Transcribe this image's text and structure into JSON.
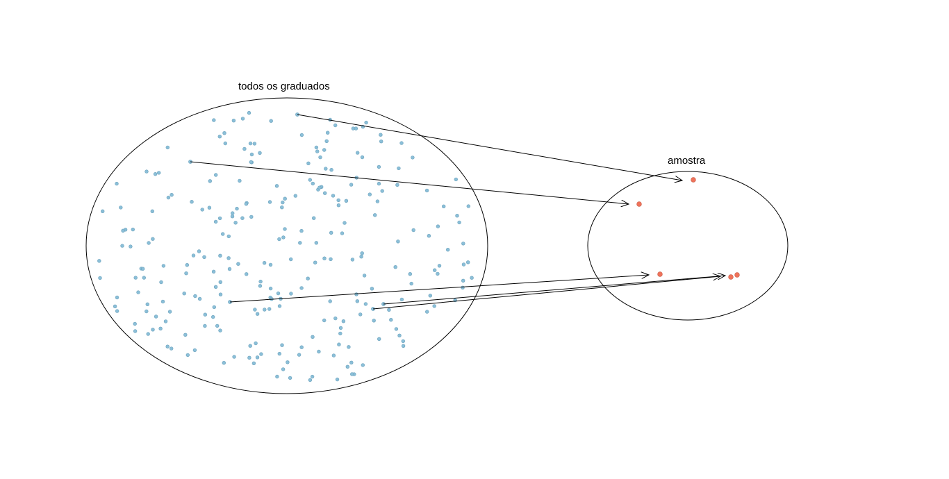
{
  "population": {
    "label": "todos os graduados",
    "point_color": "#8bbfd8",
    "point_stroke": "#6ea3bd",
    "count": 260
  },
  "sample": {
    "label": "amostra",
    "point_color": "#ef735b",
    "point_stroke": "#c75a44"
  },
  "colors": {
    "outline": "#000000",
    "arrow": "#000000"
  }
}
